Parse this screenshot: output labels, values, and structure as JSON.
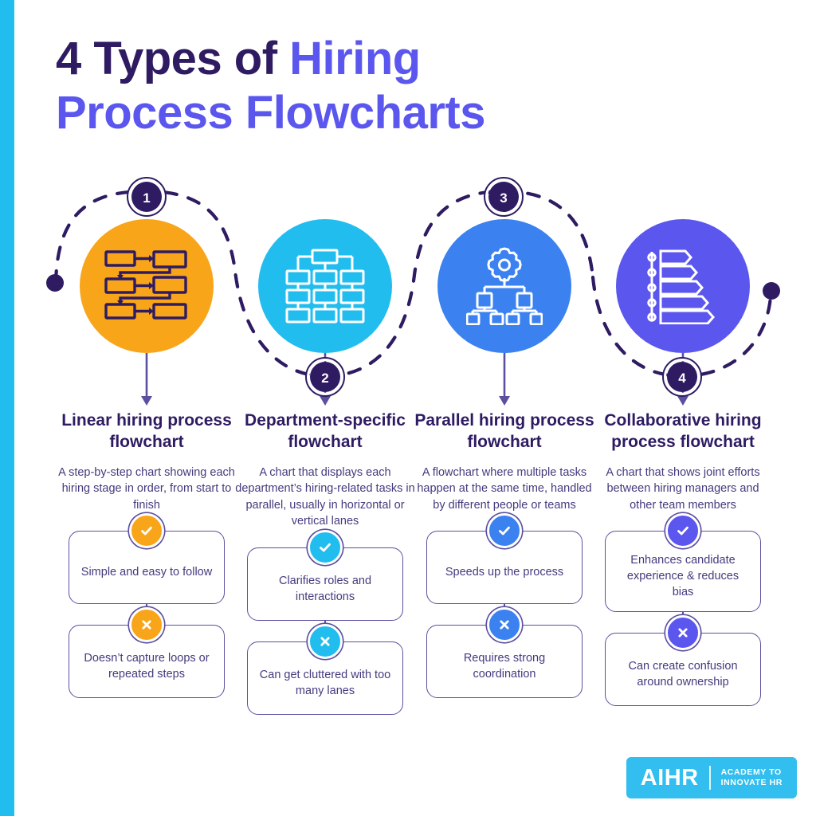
{
  "brand": {
    "accent_bar_color": "#22BDEF",
    "logo_name": "AIHR",
    "logo_tagline_line1": "ACADEMY TO",
    "logo_tagline_line2": "INNOVATE HR",
    "logo_bg_color": "#32BEEF"
  },
  "title": {
    "line1_dark": "4 Types of ",
    "line1_accent": "Hiring",
    "line2_accent": "Process Flowcharts",
    "dark_color": "#2E1B62",
    "accent_color": "#5B56EE"
  },
  "path": {
    "style": "dashed",
    "color": "#2E1B62",
    "start_dot": "left-end-dot",
    "end_dot": "right-end-dot"
  },
  "columns": [
    {
      "step_number": "1",
      "circle_color": "#F9A51A",
      "icon_name": "linear-flowchart-icon",
      "icon_color": "#2E1B62",
      "badge_position": "top",
      "title": "Linear hiring process flowchart",
      "description": "A step-by-step chart showing each hiring stage in order, from start to finish",
      "pro": "Simple and easy to follow",
      "con": "Doesn’t capture loops or repeated steps",
      "badge_color": "#F9A51A"
    },
    {
      "step_number": "2",
      "circle_color": "#22BDEF",
      "icon_name": "org-chart-grid-icon",
      "icon_color": "#FFFFFF",
      "badge_position": "bottom",
      "title": "Department-specific flowchart",
      "description": "A chart that displays each department’s hiring-related tasks in parallel, usually in horizontal or vertical lanes",
      "pro": "Clarifies roles and interactions",
      "con": "Can get cluttered with too many lanes",
      "badge_color": "#22BDEF"
    },
    {
      "step_number": "3",
      "circle_color": "#3B82F0",
      "icon_name": "gear-tree-icon",
      "icon_color": "#FFFFFF",
      "badge_position": "top",
      "title": "Parallel hiring process flowchart",
      "description": "A flowchart where multiple tasks happen at the same time, handled by different people or teams",
      "pro": "Speeds up the process",
      "con": "Requires strong coordination",
      "badge_color": "#3B82F0"
    },
    {
      "step_number": "4",
      "circle_color": "#5B56EE",
      "icon_name": "timeline-arrows-icon",
      "icon_color": "#FFFFFF",
      "badge_position": "bottom",
      "title": "Collaborative hiring process flowchart",
      "description": "A chart that shows joint efforts between hiring managers and other team members",
      "pro": "Enhances candidate experience & reduces bias",
      "con": "Can create confusion around ownership",
      "badge_color": "#5B56EE"
    }
  ],
  "badges": {
    "pro_icon": "check-icon",
    "con_icon": "cross-icon"
  }
}
